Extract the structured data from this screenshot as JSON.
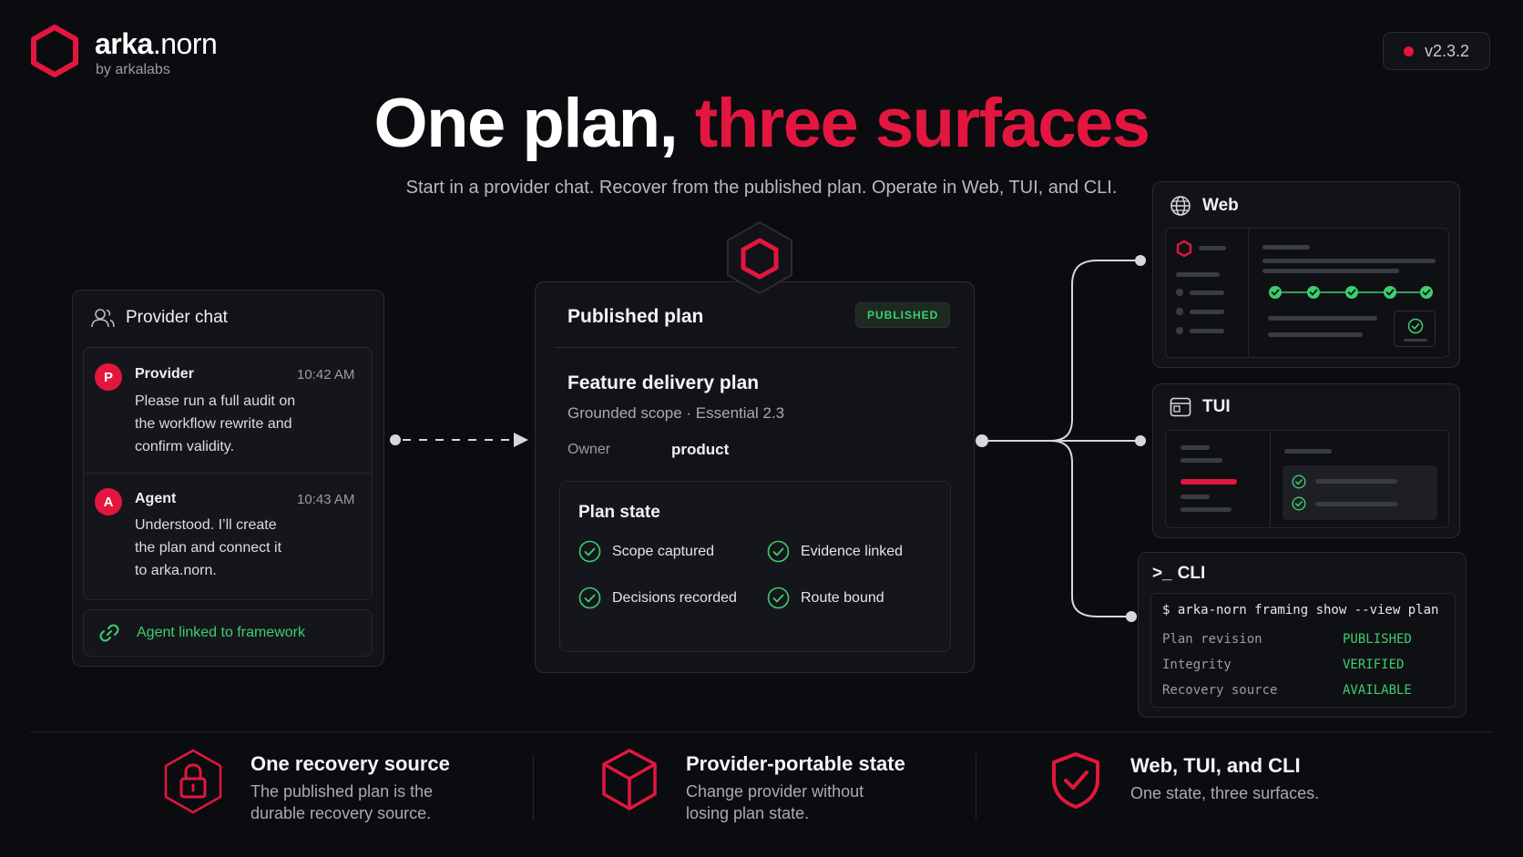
{
  "brand": {
    "name_bold": "arka",
    "name_light": ".norn",
    "byline": "by arkalabs",
    "accent": "#e3163f"
  },
  "version": "v2.3.2",
  "headline": {
    "part1": "One plan,",
    "part2": "three surfaces"
  },
  "subhead": "Start in a provider chat. Recover from the published plan. Operate in Web, TUI, and CLI.",
  "chat": {
    "title": "Provider chat",
    "messages": [
      {
        "initial": "P",
        "name": "Provider",
        "time": "10:42 AM",
        "lines": [
          "Please run a full audit on",
          "the workflow rewrite and",
          "confirm validity."
        ]
      },
      {
        "initial": "A",
        "name": "Agent",
        "time": "10:43 AM",
        "lines": [
          "Understood. I’ll create",
          "the plan and connect it",
          "to arka.norn."
        ]
      }
    ],
    "link_status": "Agent linked to framework"
  },
  "plan": {
    "title": "Published plan",
    "badge": "PUBLISHED",
    "feature_title": "Feature delivery plan",
    "feature_sub": "Grounded scope · Essential 2.3",
    "owner_label": "Owner",
    "owner_value": "product",
    "state_title": "Plan state",
    "states": [
      "Scope captured",
      "Evidence linked",
      "Decisions recorded",
      "Route bound"
    ]
  },
  "surfaces": {
    "web": {
      "title": "Web"
    },
    "tui": {
      "title": "TUI"
    },
    "cli": {
      "prompt": ">_",
      "title": "CLI",
      "command": "$ arka-norn framing show --view plan",
      "rows": [
        {
          "key": "Plan revision",
          "value": "PUBLISHED"
        },
        {
          "key": "Integrity",
          "value": "VERIFIED"
        },
        {
          "key": "Recovery source",
          "value": "AVAILABLE"
        }
      ]
    }
  },
  "features": [
    {
      "icon": "lock-icon",
      "title": "One recovery source",
      "lines": [
        "The published plan is the",
        "durable recovery source."
      ]
    },
    {
      "icon": "cube-icon",
      "title": "Provider-portable state",
      "lines": [
        "Change provider without",
        "losing plan state."
      ]
    },
    {
      "icon": "shield-check-icon",
      "title": "Web, TUI, and CLI",
      "lines": [
        "One state, three surfaces."
      ]
    }
  ]
}
